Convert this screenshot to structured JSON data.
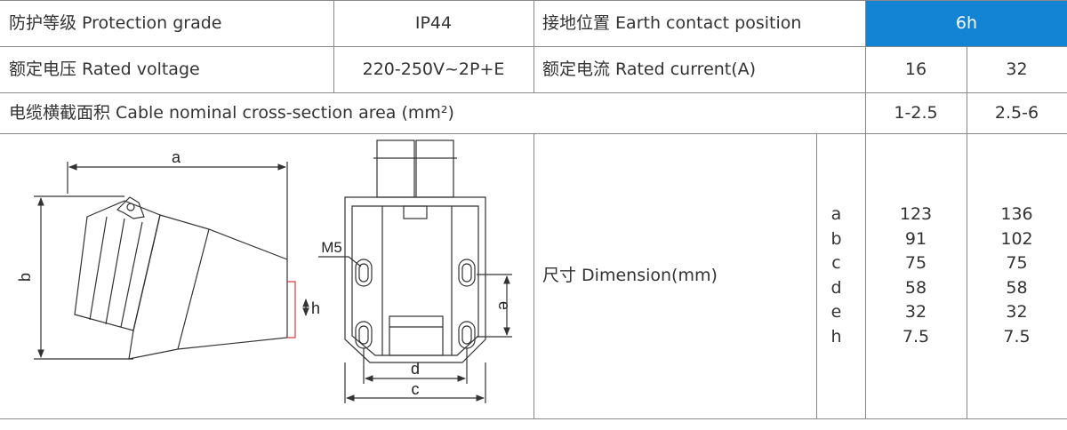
{
  "table": {
    "row1": {
      "protection_label": "防护等级 Protection grade",
      "protection_value": "IP44",
      "earth_label": "接地位置 Earth contact position",
      "earth_value": "6h"
    },
    "row2": {
      "voltage_label": "额定电压 Rated voltage",
      "voltage_value": "220-250V~2P+E",
      "current_label": "额定电流 Rated current(A)",
      "current_values": [
        "16",
        "32"
      ]
    },
    "row3": {
      "cable_label": "电缆横截面积 Cable nominal cross-section area (mm²)",
      "cable_values": [
        "1-2.5",
        "2.5-6"
      ]
    },
    "dimension": {
      "label": "尺寸 Dimension(mm)",
      "keys": [
        "a",
        "b",
        "c",
        "d",
        "e",
        "h"
      ],
      "values_16": [
        "123",
        "91",
        "75",
        "58",
        "32",
        "7.5"
      ],
      "values_32": [
        "136",
        "102",
        "75",
        "58",
        "32",
        "7.5"
      ]
    },
    "highlight_color": "#1383d4"
  },
  "drawing": {
    "side_labels": {
      "a": "a",
      "b": "b",
      "h": "h"
    },
    "front_labels": {
      "m5": "M5",
      "e": "e",
      "d": "d",
      "c": "c"
    }
  }
}
